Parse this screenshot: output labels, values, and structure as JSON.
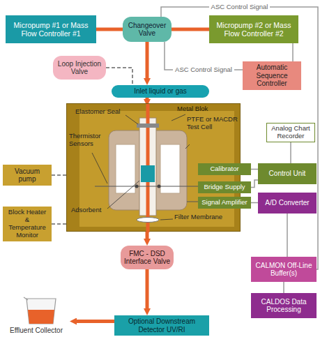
{
  "diagram": {
    "nodes": [
      {
        "text": [
          "Micropump #1 or Mass Flow Controller #1"
        ]
      },
      {
        "text": [
          "Changeover Valve"
        ]
      },
      {
        "text": [
          "Micropump #2 or Mass Flow Controller #2"
        ]
      },
      {
        "text": [
          "Loop Injection Valve"
        ]
      },
      {
        "text": [
          "Automatic Sequence Controller"
        ]
      },
      {
        "text": [
          "Inlet liquid or gas"
        ]
      },
      {
        "text": [
          "Metal Blok"
        ]
      },
      {
        "text": [
          "Vacuum pump"
        ]
      },
      {
        "text": [
          "Block Heater & Temperature Monitor"
        ]
      },
      {
        "text": [
          "Analog Chart Recorder"
        ]
      },
      {
        "text": [
          "Calibrator"
        ]
      },
      {
        "text": [
          "Control Unit"
        ]
      },
      {
        "text": [
          "Bridge Supply"
        ]
      },
      {
        "text": [
          "Signal Amplifier"
        ]
      },
      {
        "text": [
          "A/D Converter"
        ]
      },
      {
        "text": [
          "CALMON Off-Line Buffer(s)"
        ]
      },
      {
        "text": [
          "CALDOS Data Processing"
        ]
      },
      {
        "text": [
          "FMC - DSD Interface Valve"
        ]
      },
      {
        "text": [
          "Optional Downstream Detector UV/RI"
        ]
      },
      {
        "text": [
          "Effluent Collector"
        ]
      }
    ],
    "edges": [
      {
        "from": 0,
        "to": 1,
        "arrow": "none"
      },
      {
        "from": 2,
        "to": 1,
        "arrow": "none"
      },
      {
        "from": 1,
        "to": 5,
        "arrow": "to"
      },
      {
        "from": 5,
        "to": 6,
        "arrow": "to"
      },
      {
        "from": 6,
        "to": 17,
        "arrow": "to"
      },
      {
        "from": 17,
        "to": 18,
        "arrow": "to"
      },
      {
        "from": 18,
        "to": 19,
        "arrow": "to"
      },
      {
        "from": 3,
        "to": 5,
        "arrow": "none"
      },
      {
        "from": 7,
        "to": 6,
        "arrow": "none"
      },
      {
        "from": 8,
        "to": 6,
        "arrow": "none"
      },
      {
        "from": 1,
        "to": 4,
        "label": "ASC Control Signal",
        "arrow": "none"
      },
      {
        "from": 15,
        "to": 1,
        "label": "ASC Control Signal",
        "arrow": "none"
      },
      {
        "from": 4,
        "to": 2,
        "arrow": "none"
      },
      {
        "from": 10,
        "to": 11,
        "arrow": "none"
      },
      {
        "from": 12,
        "to": 11,
        "arrow": "none"
      },
      {
        "from": 13,
        "to": 14,
        "arrow": "none"
      },
      {
        "from": 11,
        "to": 9,
        "arrow": "none"
      },
      {
        "from": 14,
        "to": 15,
        "arrow": "none"
      },
      {
        "from": 15,
        "to": 16,
        "arrow": "none"
      }
    ],
    "labels": [
      "Elastomer Seal",
      "PTFE or MACDR Test Cell",
      "Thermistor Sensors",
      "Adsorbent",
      "Filter Membrane"
    ]
  }
}
